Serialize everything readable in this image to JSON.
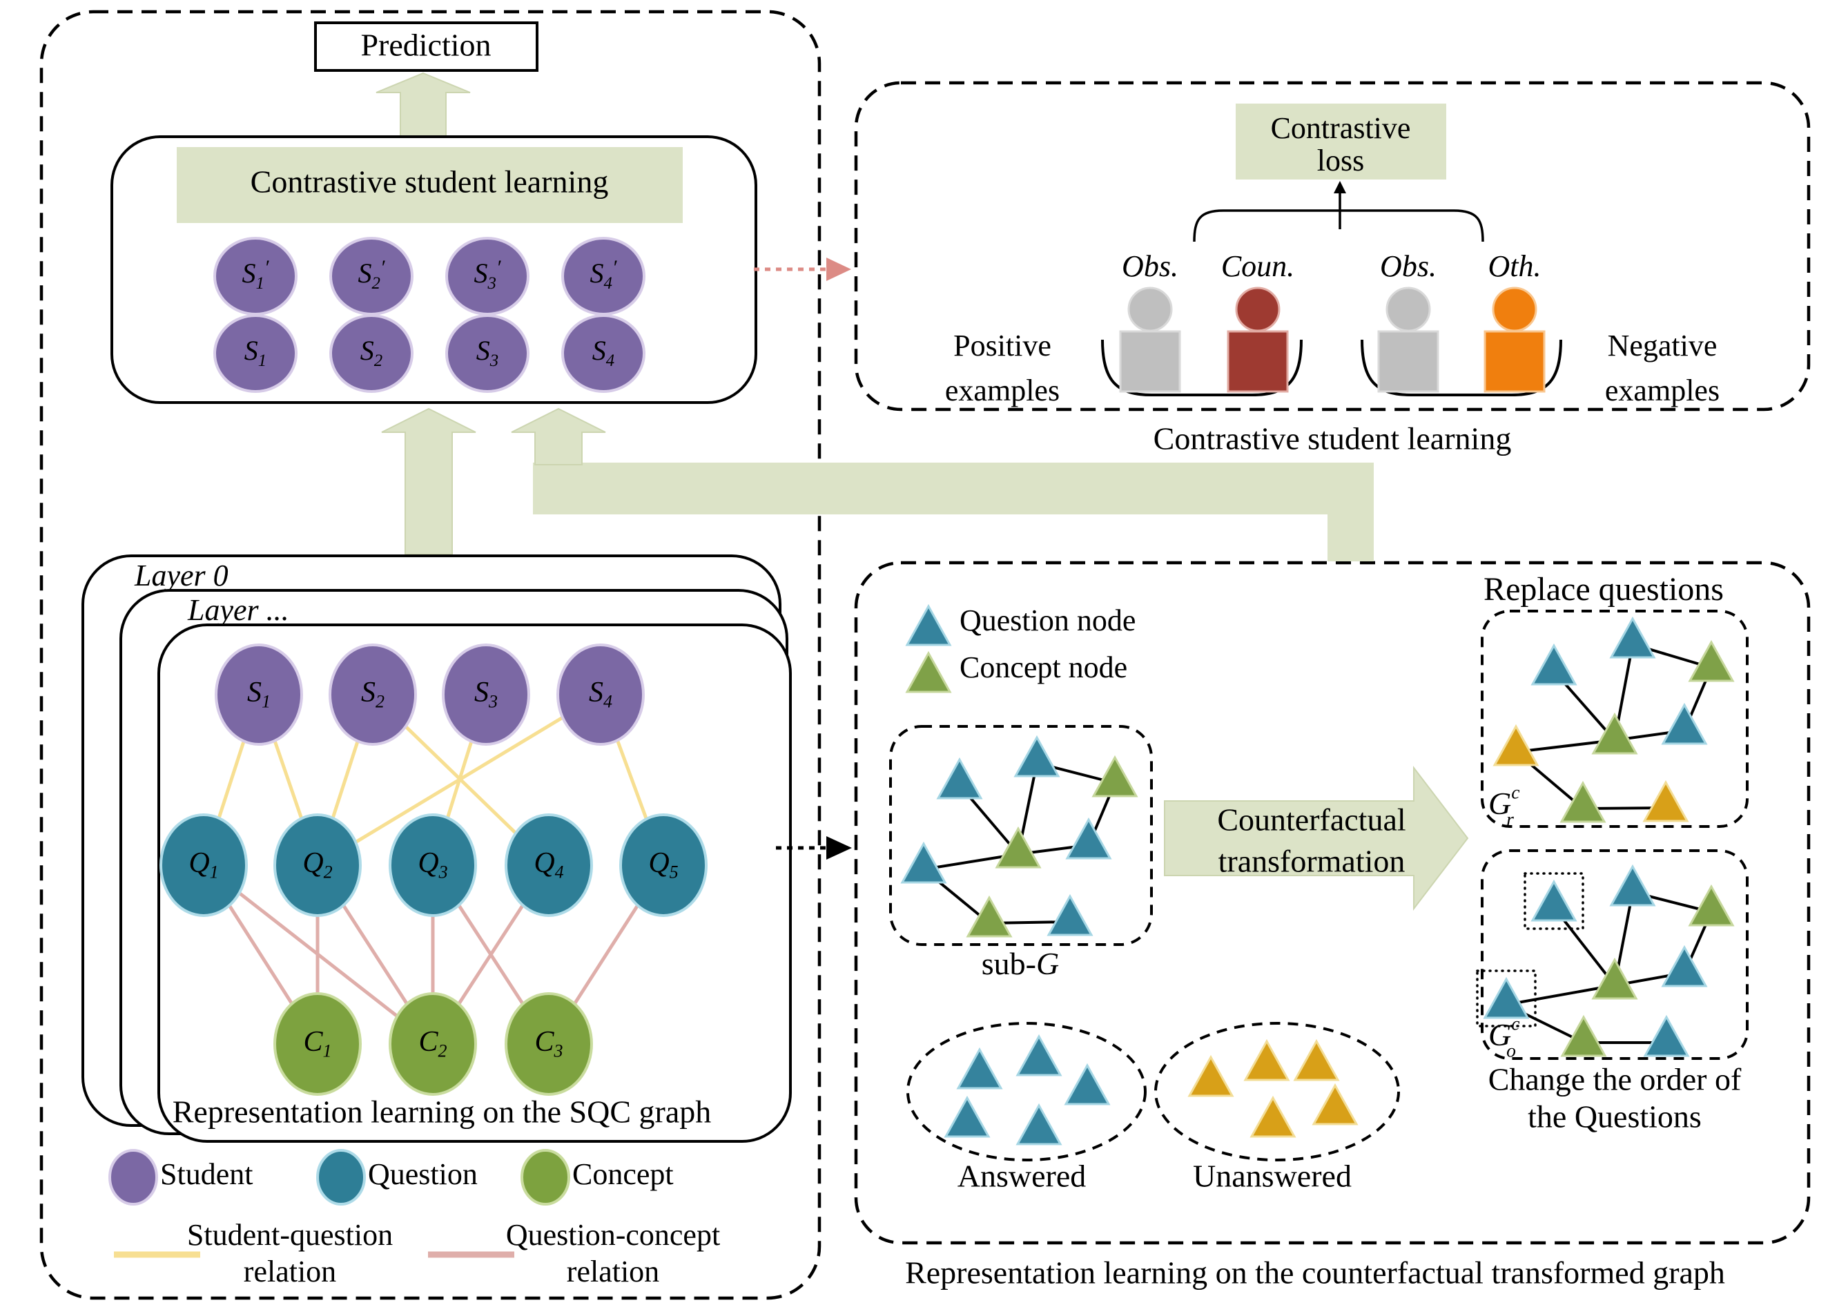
{
  "colors": {
    "sage": "#dce3c7",
    "sage_border": "#ccd5b0",
    "purple": "#7b68a4",
    "purple_border": "#d7cce8",
    "teal": "#2e7e96",
    "teal_border": "#aedbe8",
    "green": "#7da23f",
    "green_border": "#c9dc9e",
    "yellow_edge": "#f7df92",
    "pink_edge": "#dfaeaa",
    "tri_teal": "#35839d",
    "tri_teal_border": "#a5d6e4",
    "tri_green": "#7fa148",
    "tri_green_border": "#c6d79c",
    "gold": "#d8a018",
    "gold_border": "#f3dd96",
    "gray_person": "#bfbfbf",
    "gray_person_border": "#d9d9d9",
    "red_person": "#9e3a31",
    "red_person_border": "#e2aca4",
    "orange_person": "#f07f0e",
    "orange_person_border": "#f9c68e",
    "pink_arrow": "#dc8b85",
    "black": "#000000"
  },
  "left_panel": {
    "prediction": "Prediction",
    "csl_title": "Contrastive student learning",
    "csl_nodes_top": [
      {
        "base": "S",
        "sub": "1",
        "prime": "′"
      },
      {
        "base": "S",
        "sub": "2",
        "prime": "′"
      },
      {
        "base": "S",
        "sub": "3",
        "prime": "′"
      },
      {
        "base": "S",
        "sub": "4",
        "prime": "′"
      }
    ],
    "csl_nodes_bottom": [
      {
        "base": "S",
        "sub": "1"
      },
      {
        "base": "S",
        "sub": "2"
      },
      {
        "base": "S",
        "sub": "3"
      },
      {
        "base": "S",
        "sub": "4"
      }
    ]
  },
  "sqc_panel": {
    "layer_front_label": "Layer 0",
    "layer_back_label": "Layer ...",
    "caption": "Representation learning on the SQC graph",
    "students": [
      {
        "base": "S",
        "sub": "1"
      },
      {
        "base": "S",
        "sub": "2"
      },
      {
        "base": "S",
        "sub": "3"
      },
      {
        "base": "S",
        "sub": "4"
      }
    ],
    "questions": [
      {
        "base": "Q",
        "sub": "1"
      },
      {
        "base": "Q",
        "sub": "2"
      },
      {
        "base": "Q",
        "sub": "3"
      },
      {
        "base": "Q",
        "sub": "4"
      },
      {
        "base": "Q",
        "sub": "5"
      }
    ],
    "concepts": [
      {
        "base": "C",
        "sub": "1"
      },
      {
        "base": "C",
        "sub": "2"
      },
      {
        "base": "C",
        "sub": "3"
      }
    ],
    "sq_edges": [
      [
        0,
        0
      ],
      [
        0,
        1
      ],
      [
        1,
        1
      ],
      [
        1,
        3
      ],
      [
        2,
        2
      ],
      [
        3,
        1
      ],
      [
        3,
        4
      ]
    ],
    "qc_edges": [
      [
        0,
        0
      ],
      [
        0,
        1
      ],
      [
        1,
        0
      ],
      [
        1,
        1
      ],
      [
        2,
        1
      ],
      [
        2,
        2
      ],
      [
        3,
        1
      ],
      [
        4,
        2
      ]
    ],
    "legend": {
      "student": "Student",
      "question": "Question",
      "concept": "Concept",
      "sq": [
        "Student-question",
        "relation"
      ],
      "qc": [
        "Question-concept",
        "relation"
      ]
    }
  },
  "contrastive_panel": {
    "loss": [
      "Contrastive",
      "loss"
    ],
    "persons": [
      {
        "label": "Obs.",
        "fill": "gray"
      },
      {
        "label": "Coun.",
        "fill": "red"
      },
      {
        "label": "Obs.",
        "fill": "gray"
      },
      {
        "label": "Oth.",
        "fill": "orange"
      }
    ],
    "positive": [
      "Positive",
      "examples"
    ],
    "negative": [
      "Negative",
      "examples"
    ],
    "caption": "Contrastive student learning"
  },
  "cf_panel": {
    "legend_question": "Question node",
    "legend_concept": "Concept node",
    "subg_label": {
      "prefix": "sub-",
      "sym": "G"
    },
    "arrow": [
      "Counterfactual",
      "transformation"
    ],
    "replace_title": "Replace questions",
    "gr_label": {
      "base": "G",
      "sup": "c",
      "sub": "r"
    },
    "go_label": {
      "base": "G",
      "sup": "c",
      "sub": "o"
    },
    "order_caption": [
      "Change the order of",
      "the Questions"
    ],
    "answered": "Answered",
    "unanswered": "Unanswered",
    "caption": "Representation learning on the counterfactual transformed graph",
    "tri_edges": [
      [
        1,
        2
      ],
      [
        1,
        3
      ],
      [
        0,
        3
      ],
      [
        2,
        4
      ],
      [
        3,
        4
      ],
      [
        3,
        5
      ],
      [
        5,
        6
      ],
      [
        6,
        7
      ]
    ],
    "subg_types": [
      "teal",
      "teal",
      "green",
      "green",
      "teal",
      "teal",
      "green",
      "teal"
    ],
    "subg_pos": [
      [
        1390,
        1100
      ],
      [
        1502,
        1068
      ],
      [
        1615,
        1097
      ],
      [
        1475,
        1200
      ],
      [
        1577,
        1187
      ],
      [
        1338,
        1222
      ],
      [
        1433,
        1300
      ],
      [
        1550,
        1298
      ]
    ],
    "gr_types": [
      "teal",
      "teal",
      "green",
      "green",
      "teal",
      "gold",
      "green",
      "gold"
    ],
    "gr_pos": [
      [
        2251,
        935
      ],
      [
        2365,
        896
      ],
      [
        2479,
        930
      ],
      [
        2339,
        1035
      ],
      [
        2440,
        1021
      ],
      [
        2196,
        1052
      ],
      [
        2293,
        1134
      ],
      [
        2413,
        1133
      ]
    ],
    "go_types": [
      "teal",
      "teal",
      "green",
      "green",
      "teal",
      "teal",
      "green",
      "teal"
    ],
    "go_pos": [
      [
        2251,
        1277
      ],
      [
        2365,
        1255
      ],
      [
        2479,
        1284
      ],
      [
        2339,
        1390
      ],
      [
        2440,
        1372
      ],
      [
        2182,
        1418
      ],
      [
        2294,
        1473
      ],
      [
        2414,
        1473
      ]
    ],
    "go_marked": [
      0,
      5
    ],
    "answered_pos": [
      [
        1419,
        1520
      ],
      [
        1505,
        1501
      ],
      [
        1575,
        1543
      ],
      [
        1401,
        1590
      ],
      [
        1505,
        1601
      ]
    ],
    "unanswered_pos": [
      [
        1754,
        1531
      ],
      [
        1835,
        1508
      ],
      [
        1907,
        1508
      ],
      [
        1844,
        1590
      ],
      [
        1934,
        1572
      ]
    ]
  }
}
